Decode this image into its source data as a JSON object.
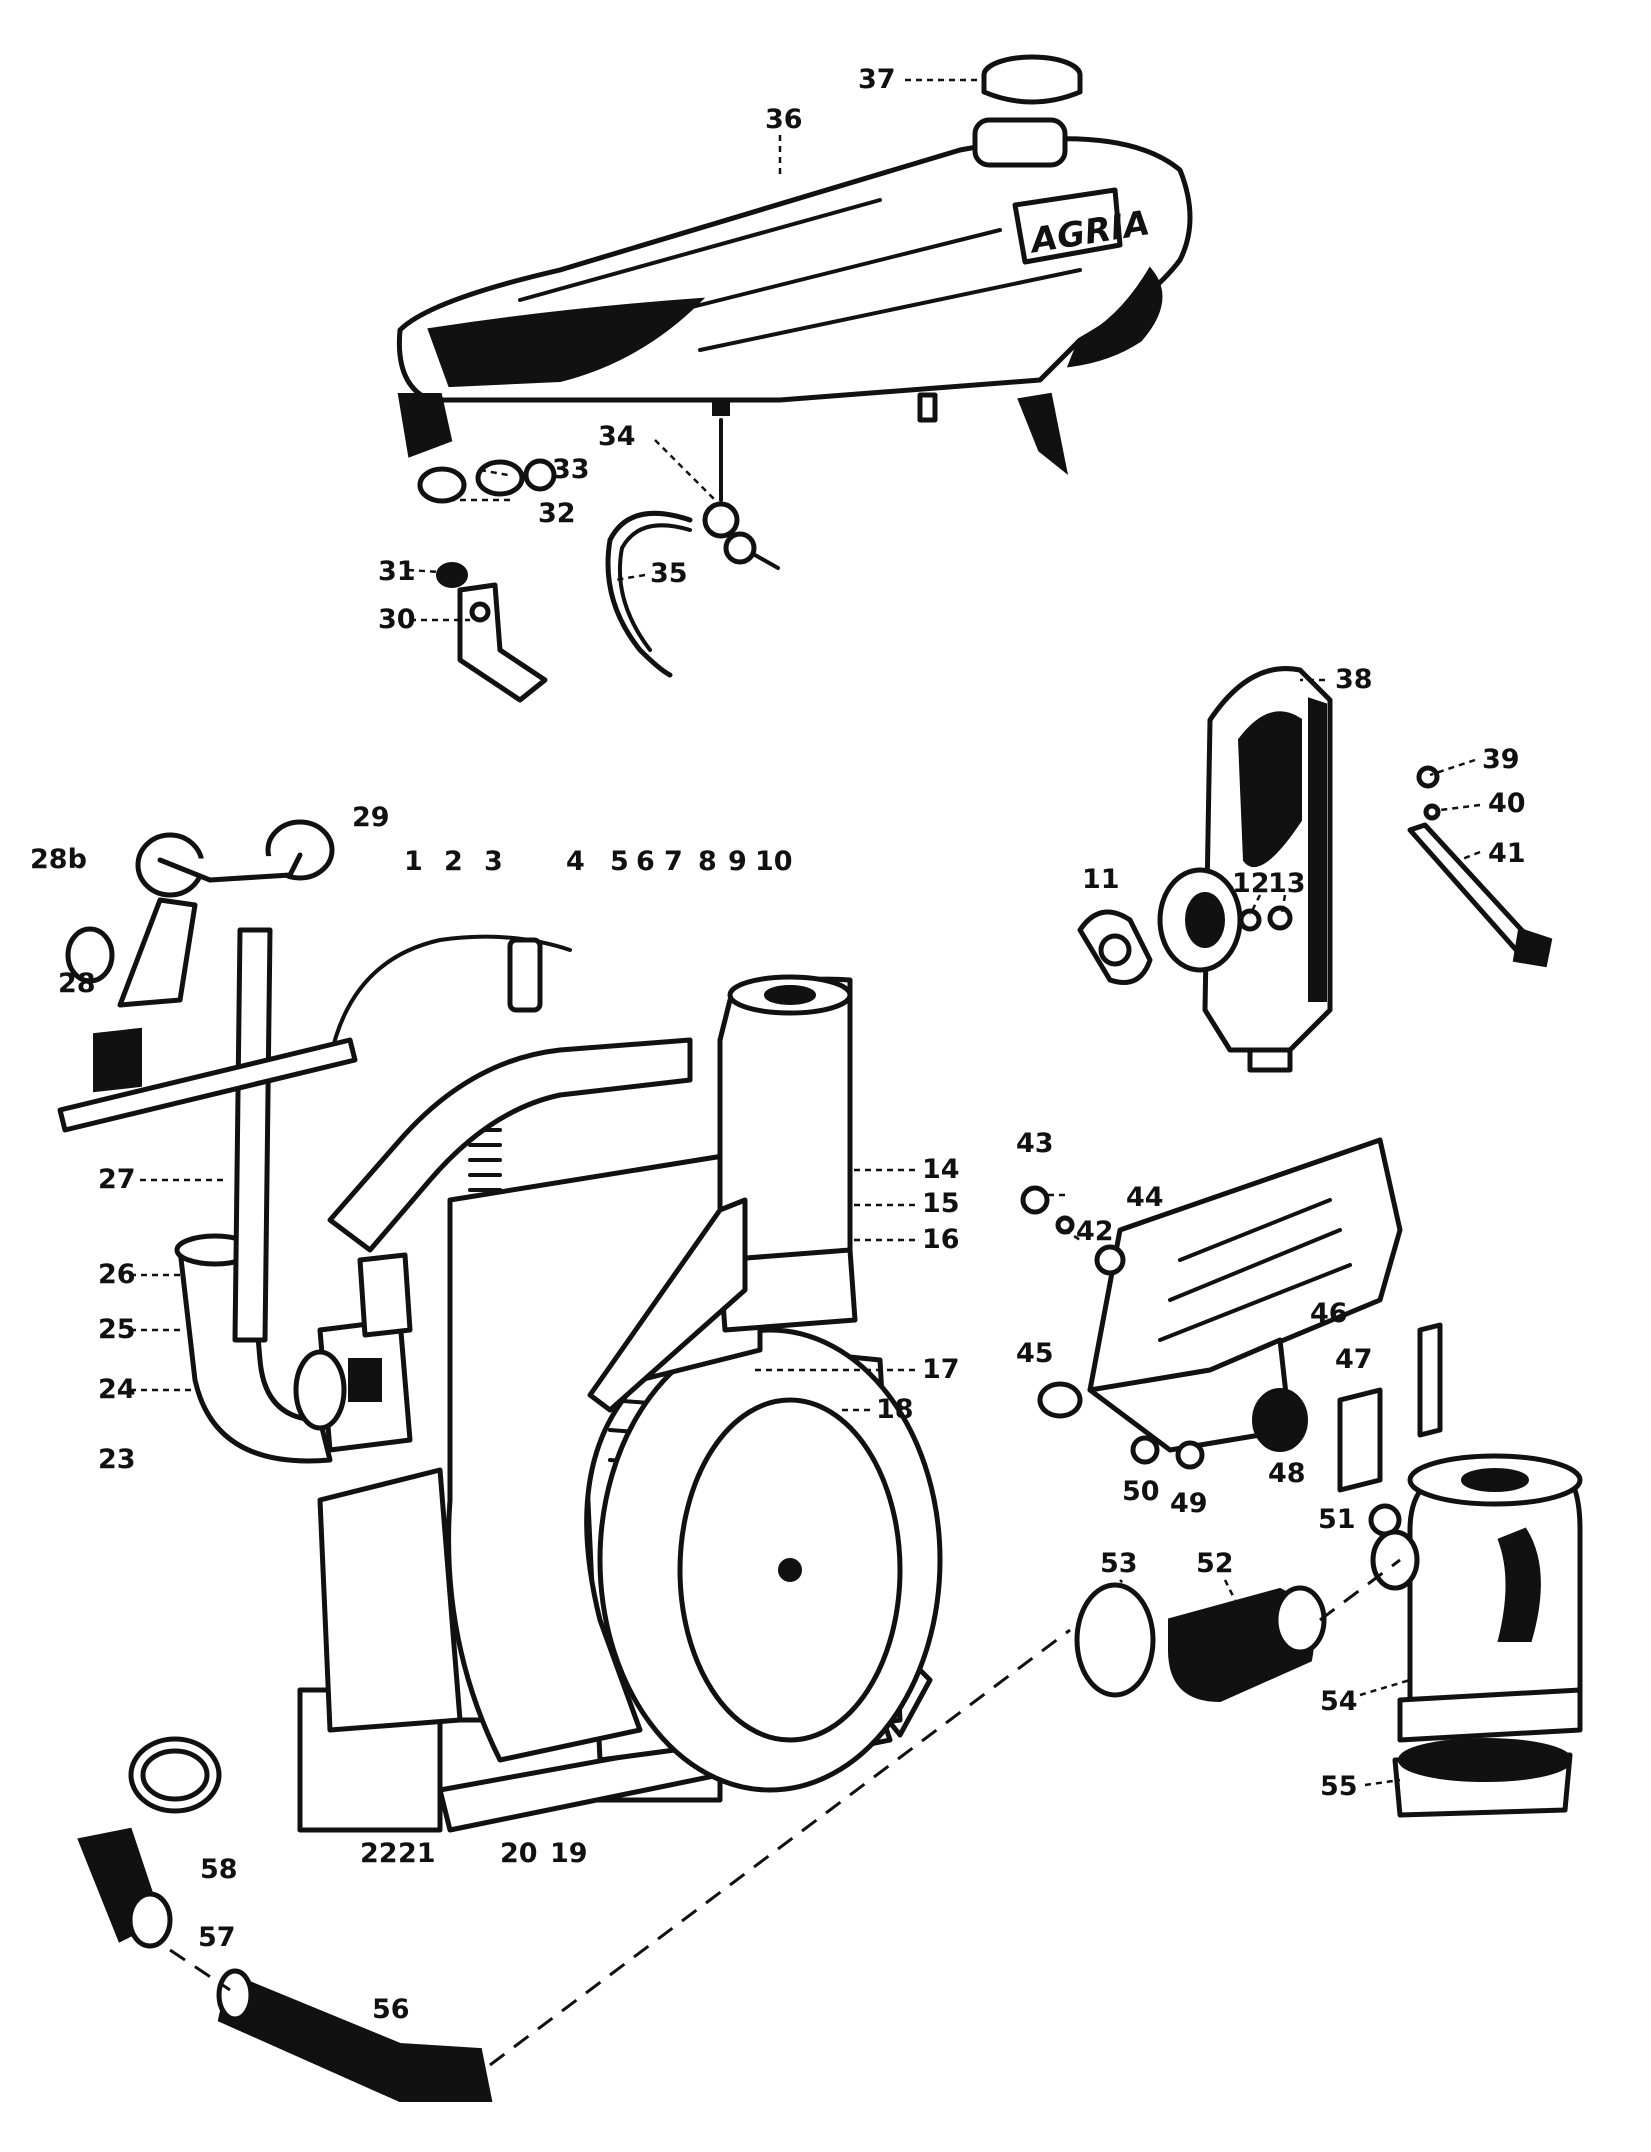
{
  "brand_label": "AGRIA",
  "callouts": [
    "1",
    "2",
    "3",
    "4",
    "5",
    "6",
    "7",
    "8",
    "9",
    "10",
    "11",
    "12",
    "13",
    "14",
    "15",
    "16",
    "17",
    "18",
    "19",
    "20",
    "21",
    "22",
    "23",
    "24",
    "25",
    "26",
    "27",
    "28",
    "28b",
    "29",
    "30",
    "31",
    "32",
    "33",
    "34",
    "35",
    "36",
    "37",
    "38",
    "39",
    "40",
    "41",
    "42",
    "43",
    "44",
    "45",
    "46",
    "47",
    "48",
    "49",
    "50",
    "51",
    "52",
    "53",
    "54",
    "55",
    "56",
    "57",
    "58"
  ]
}
